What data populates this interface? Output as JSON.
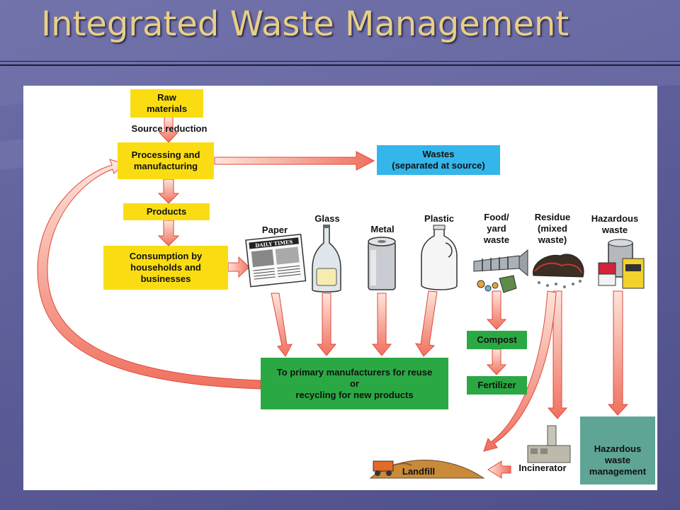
{
  "slide": {
    "title": "Integrated Waste Management"
  },
  "diagram": {
    "raw_materials": "Raw\nmaterials",
    "source_reduction": "Source reduction",
    "processing": "Processing and\nmanufacturing",
    "wastes": "Wastes\n(separated at source)",
    "products": "Products",
    "consumption": "Consumption by\nhouseholds and\nbusinesses",
    "paper": "Paper",
    "glass": "Glass",
    "metal": "Metal",
    "plastic": "Plastic",
    "food_yard": "Food/\nyard\nwaste",
    "residue": "Residue\n(mixed\nwaste)",
    "hazardous": "Hazardous\nwaste",
    "newspaper_masthead": "DAILY TIMES",
    "recycle": "To primary manufacturers for reuse\nor\nrecycling for new products",
    "compost": "Compost",
    "fertilizer": "Fertilizer",
    "hazardous_mgmt": "Hazardous\nwaste\nmanagement",
    "incinerator": "Incinerator",
    "landfill": "Landfill"
  },
  "colors": {
    "title": "#e8cf86",
    "yellow_box": "#f9dd12",
    "cyan_box": "#35b6ea",
    "green_box": "#2aa844",
    "teal_box": "#5fa596",
    "arrow_red": "#e9453a",
    "arrow_pink": "#fbd3c7"
  },
  "icons": [
    "newspaper-icon",
    "glass-bottle-icon",
    "metal-can-icon",
    "plastic-jug-icon",
    "food-waste-icon",
    "mixed-waste-icon",
    "hazardous-containers-icon",
    "syringe-icon",
    "smokestack-icon",
    "landfill-mound-icon"
  ]
}
